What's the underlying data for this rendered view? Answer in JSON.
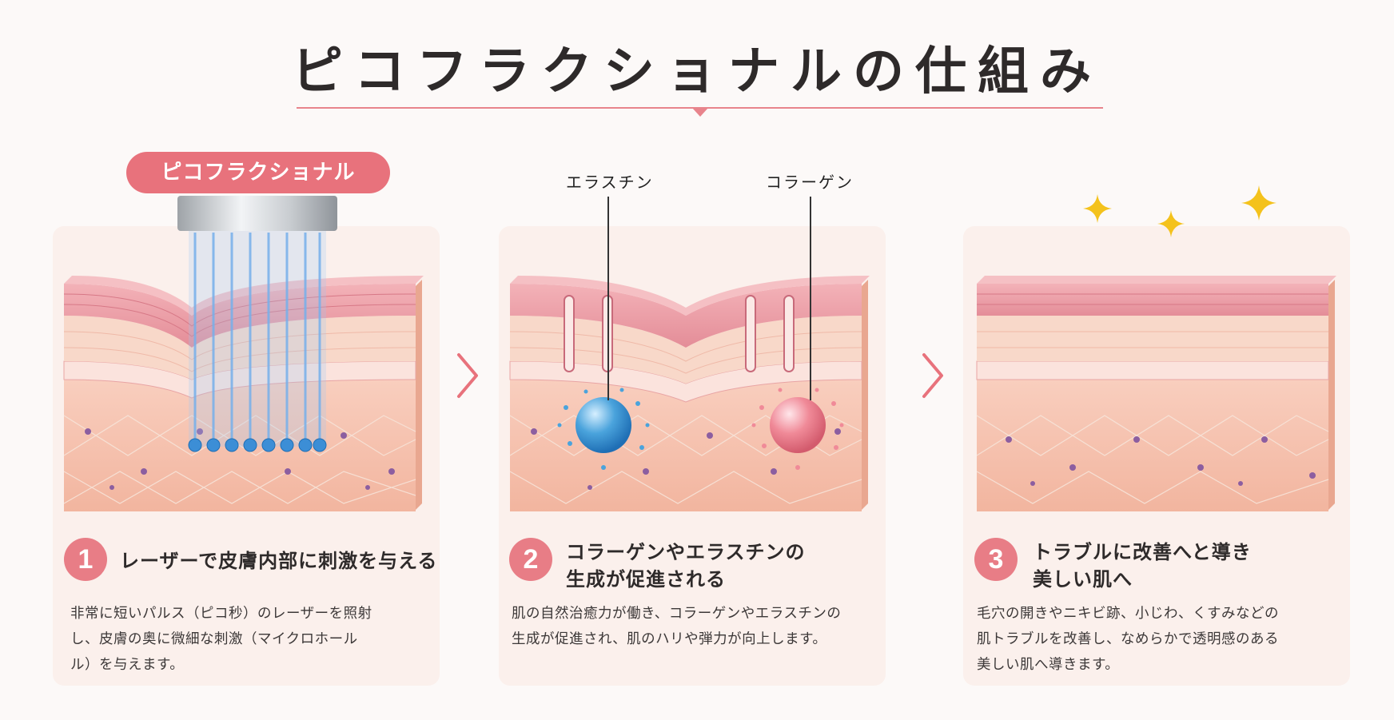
{
  "title": "ピコフラクショナルの仕組み",
  "device_label": "ピコフラクショナル",
  "callouts": {
    "elastin": "エラスチン",
    "collagen": "コラーゲン"
  },
  "steps": [
    {
      "number": "1",
      "heading_line1": "レーザーで皮膚内部に刺激を与える",
      "heading_line2": "",
      "desc_lines": [
        "非常に短いパルス（ピコ秒）のレーザーを照射",
        "し、皮膚の奥に微細な刺激（マイクロホール",
        "ル）を与えます。"
      ]
    },
    {
      "number": "2",
      "heading_line1": "コラーゲンやエラスチンの",
      "heading_line2": "生成が促進される",
      "desc_lines": [
        "肌の自然治癒力が働き、コラーゲンやエラスチンの",
        "生成が促進され、肌のハリや弾力が向上します。"
      ]
    },
    {
      "number": "3",
      "heading_line1": "トラブルに改善へと導き",
      "heading_line2": "美しい肌へ",
      "desc_lines": [
        "毛穴の開きやニキビ跡、小じわ、くすみなどの",
        "肌トラブルを改善し、なめらかで透明感のある",
        "美しい肌へ導きます。"
      ]
    }
  ],
  "colors": {
    "accent": "#e8727c",
    "epidermis": "#e99aa3",
    "dermis": "#f5c2ae",
    "laser": "#6aa8e8",
    "elastin_sphere": "#4aa3dc",
    "collagen_sphere": "#f08a98",
    "sparkle": "#f4c21c"
  }
}
